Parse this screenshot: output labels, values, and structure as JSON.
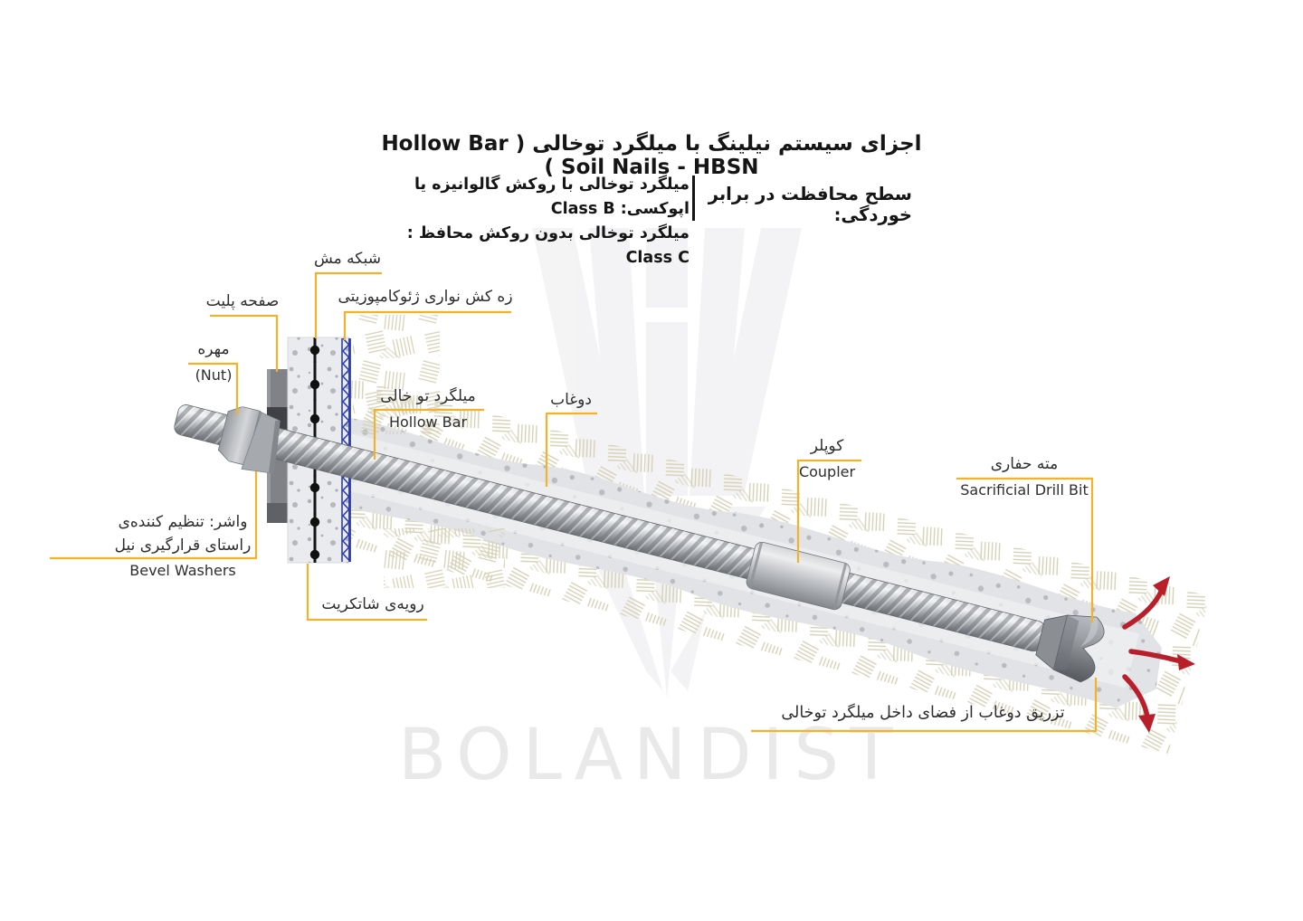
{
  "title": "اجزای سیستم نیلینگ با میلگرد توخالی ( Hollow Bar Soil Nails ‎-‎ HBSN )",
  "corrosion_note": {
    "heading": "سطح محافظت در برابر خوردگی:",
    "class_b": "میلگرد توخالی با روکش گالوانیزه یا اپوکسی: Class B",
    "class_c": "میلگرد توخالی بدون روکش محافظ : Class C"
  },
  "labels": {
    "mesh": {
      "fa": "شبکه مش"
    },
    "plate": {
      "fa": "صفحه پلیت"
    },
    "geocomposite_drain": {
      "fa": "زه کش نواری ژئوکامپوزیتی"
    },
    "nut": {
      "fa": "مهره",
      "en": "(Nut)"
    },
    "hollow_bar": {
      "fa": "میلگرد تو خالی",
      "en": "Hollow Bar"
    },
    "grout": {
      "fa": "دوغاب"
    },
    "coupler": {
      "fa": "کوپلر",
      "en": "Coupler"
    },
    "drill_bit": {
      "fa": "مته حفاری",
      "en": "Sacrificial Drill Bit"
    },
    "bevel_washer": {
      "fa_line1": "واشر: تنظیم کننده‌ی",
      "fa_line2": "راستای قرارگیری نیل",
      "en": "Bevel Washers"
    },
    "shotcrete": {
      "fa": "رویه‌ی شاتکریت"
    },
    "grout_injection": {
      "fa": "تزریق دوغاب از فضای داخل میلگرد توخالی"
    }
  },
  "watermark": {
    "text": "BOLANDIST"
  },
  "colors": {
    "callout_line": "#F1B32E",
    "arrow_red": "#B91F2B",
    "drain_blue": "#2C3CB0",
    "text_dark": "#1E1E1E"
  }
}
